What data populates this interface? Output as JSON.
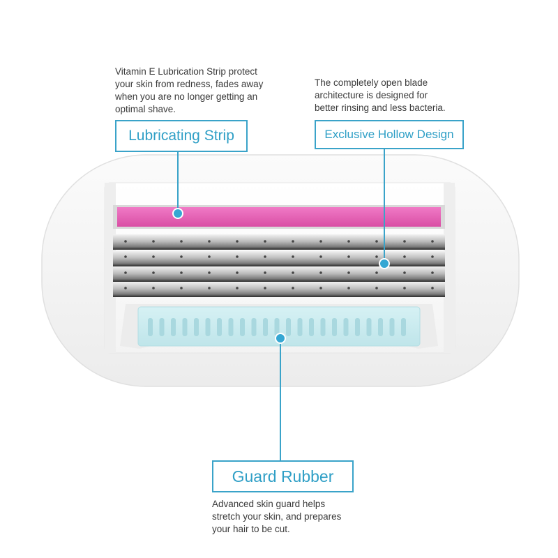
{
  "annotations": {
    "lubricating_strip": {
      "label": "Lubricating Strip",
      "description": "Vitamin E Lubrication Strip protect\nyour skin from redness, fades away\nwhen you are no longer getting an\noptimal shave."
    },
    "hollow_design": {
      "label": "Exclusive Hollow Design",
      "description": "The completely open blade\narchitecture is designed for\nbetter rinsing and less bacteria."
    },
    "guard_rubber": {
      "label": "Guard Rubber",
      "description": "Advanced skin guard helps\nstretch your skin, and prepares\nyour hair to be cut."
    }
  },
  "colors": {
    "accent": "#3aa3c9",
    "strip": "#e85fb4",
    "guard": "#c9ecf0",
    "cartridge": "#f4f4f4"
  }
}
